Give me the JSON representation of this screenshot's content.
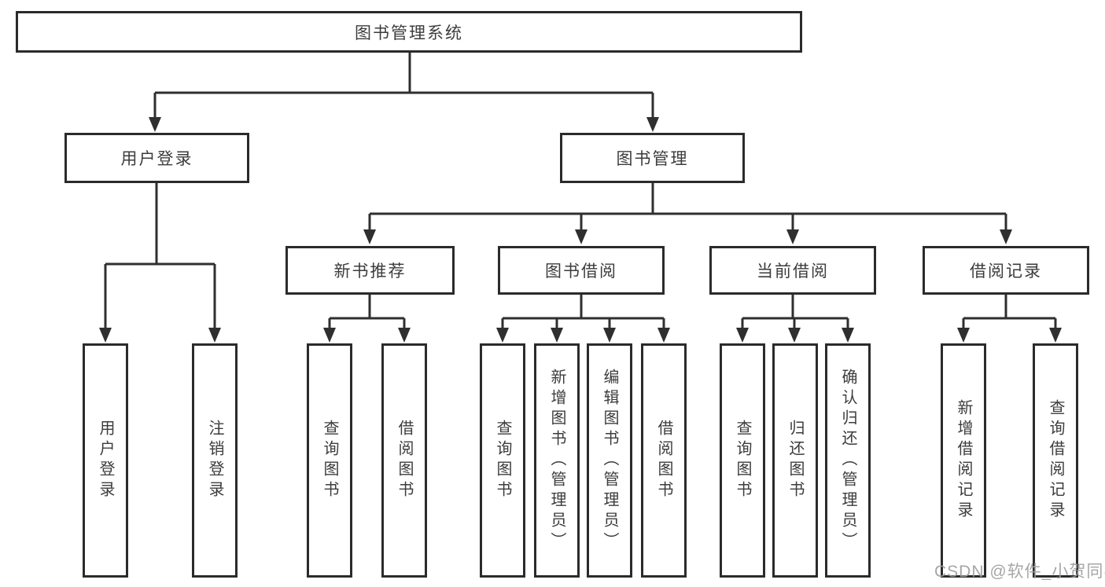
{
  "diagram": {
    "tree": {
      "root": {
        "label": "图书管理系统"
      },
      "children": [
        {
          "label": "用户登录",
          "children": [
            {
              "label": "用户登录"
            },
            {
              "label": "注销登录"
            }
          ]
        },
        {
          "label": "图书管理",
          "children": [
            {
              "label": "新书推荐",
              "children": [
                {
                  "label": "查询图书"
                },
                {
                  "label": "借阅图书"
                }
              ]
            },
            {
              "label": "图书借阅",
              "children": [
                {
                  "label": "查询图书"
                },
                {
                  "label": "新增图书（管理员）"
                },
                {
                  "label": "编辑图书（管理员）"
                },
                {
                  "label": "借阅图书"
                }
              ]
            },
            {
              "label": "当前借阅",
              "children": [
                {
                  "label": "查询图书"
                },
                {
                  "label": "归还图书"
                },
                {
                  "label": "确认归还（管理员）"
                }
              ]
            },
            {
              "label": "借阅记录",
              "children": [
                {
                  "label": "新增借阅记录"
                },
                {
                  "label": "查询借阅记录"
                }
              ]
            }
          ]
        }
      ]
    },
    "watermark": "CSDN @软件_小贺同学",
    "colors": {
      "line": "#2f2f2f",
      "box_border": "#2b2b2b",
      "text": "#3c3c3c",
      "watermark": "#9e9e9e",
      "background": "#ffffff"
    }
  }
}
